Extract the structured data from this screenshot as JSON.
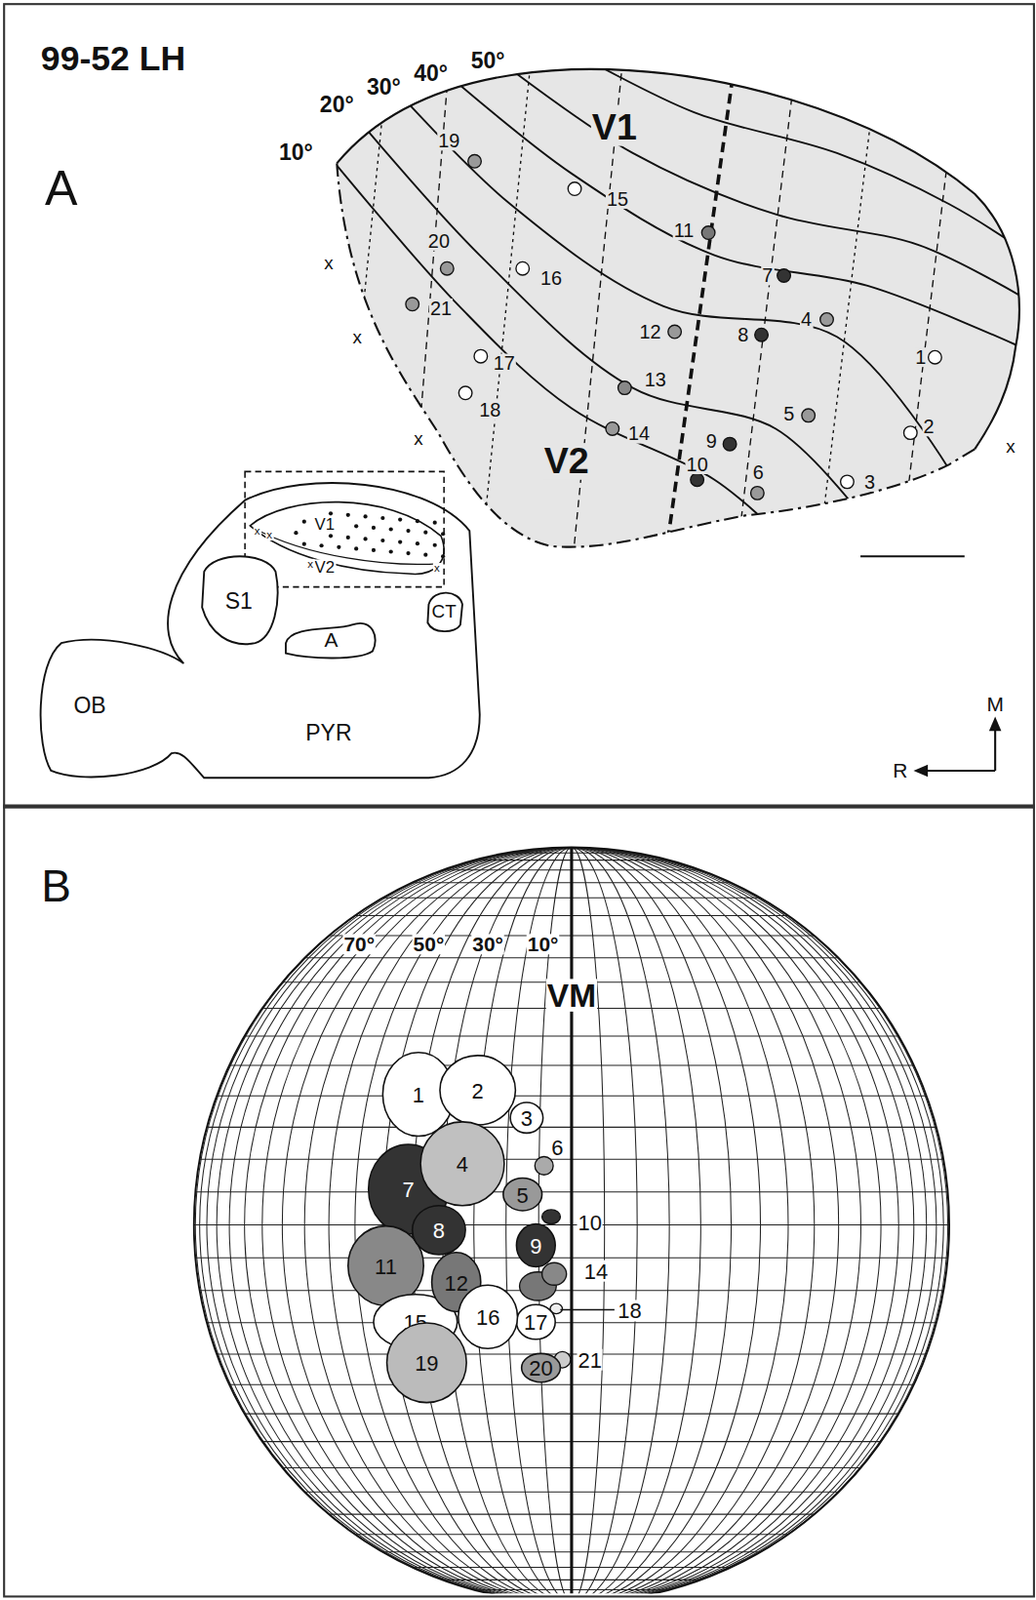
{
  "diagram": {
    "title": "99-52 LH",
    "nodes": [
      {
        "text": [
          "A"
        ]
      },
      {
        "text": [
          "OB",
          "PYR"
        ],
        "in": 0
      },
      {
        "text": [
          "S1"
        ],
        "in": 1
      },
      {
        "text": [
          "A"
        ],
        "in": 1
      },
      {
        "text": [
          "CT"
        ],
        "in": 1
      },
      {
        "text": [
          "B"
        ]
      },
      {
        "text": [
          "1"
        ],
        "in": 5
      },
      {
        "text": [
          "2"
        ],
        "in": 5
      },
      {
        "text": [
          "3"
        ],
        "in": 5
      },
      {
        "text": [
          "4"
        ],
        "in": 5
      },
      {
        "text": [
          "7"
        ],
        "in": 5
      },
      {
        "text": [
          "5"
        ],
        "in": 5
      },
      {
        "text": [
          "8"
        ],
        "in": 5
      },
      {
        "text": [
          "9"
        ],
        "in": 5
      },
      {
        "text": [
          "11"
        ],
        "in": 5
      },
      {
        "text": [
          "12"
        ],
        "in": 5
      },
      {
        "text": [
          "15"
        ],
        "in": 5
      },
      {
        "text": [
          "16"
        ],
        "in": 5
      },
      {
        "text": [
          "17"
        ],
        "in": 5
      },
      {
        "text": [
          "19"
        ],
        "in": 5
      },
      {
        "text": [
          "20"
        ],
        "in": 5
      }
    ],
    "labels": [
      "10°",
      "20°",
      "30°",
      "40°",
      "50°",
      "V1",
      "19",
      "15",
      "11",
      "20",
      "16",
      "7",
      "21",
      "12",
      "8",
      "4",
      "1",
      "17",
      "13",
      "18",
      "14",
      "9",
      "5",
      "2",
      "10",
      "6",
      "3",
      "V2",
      "x",
      "x",
      "x",
      "x",
      "x",
      "x",
      "V1",
      "V2",
      "x",
      "x",
      "M",
      "R",
      "70°",
      "50°",
      "30°",
      "10°",
      "VM",
      "6",
      "10",
      "14",
      "18",
      "21"
    ]
  }
}
